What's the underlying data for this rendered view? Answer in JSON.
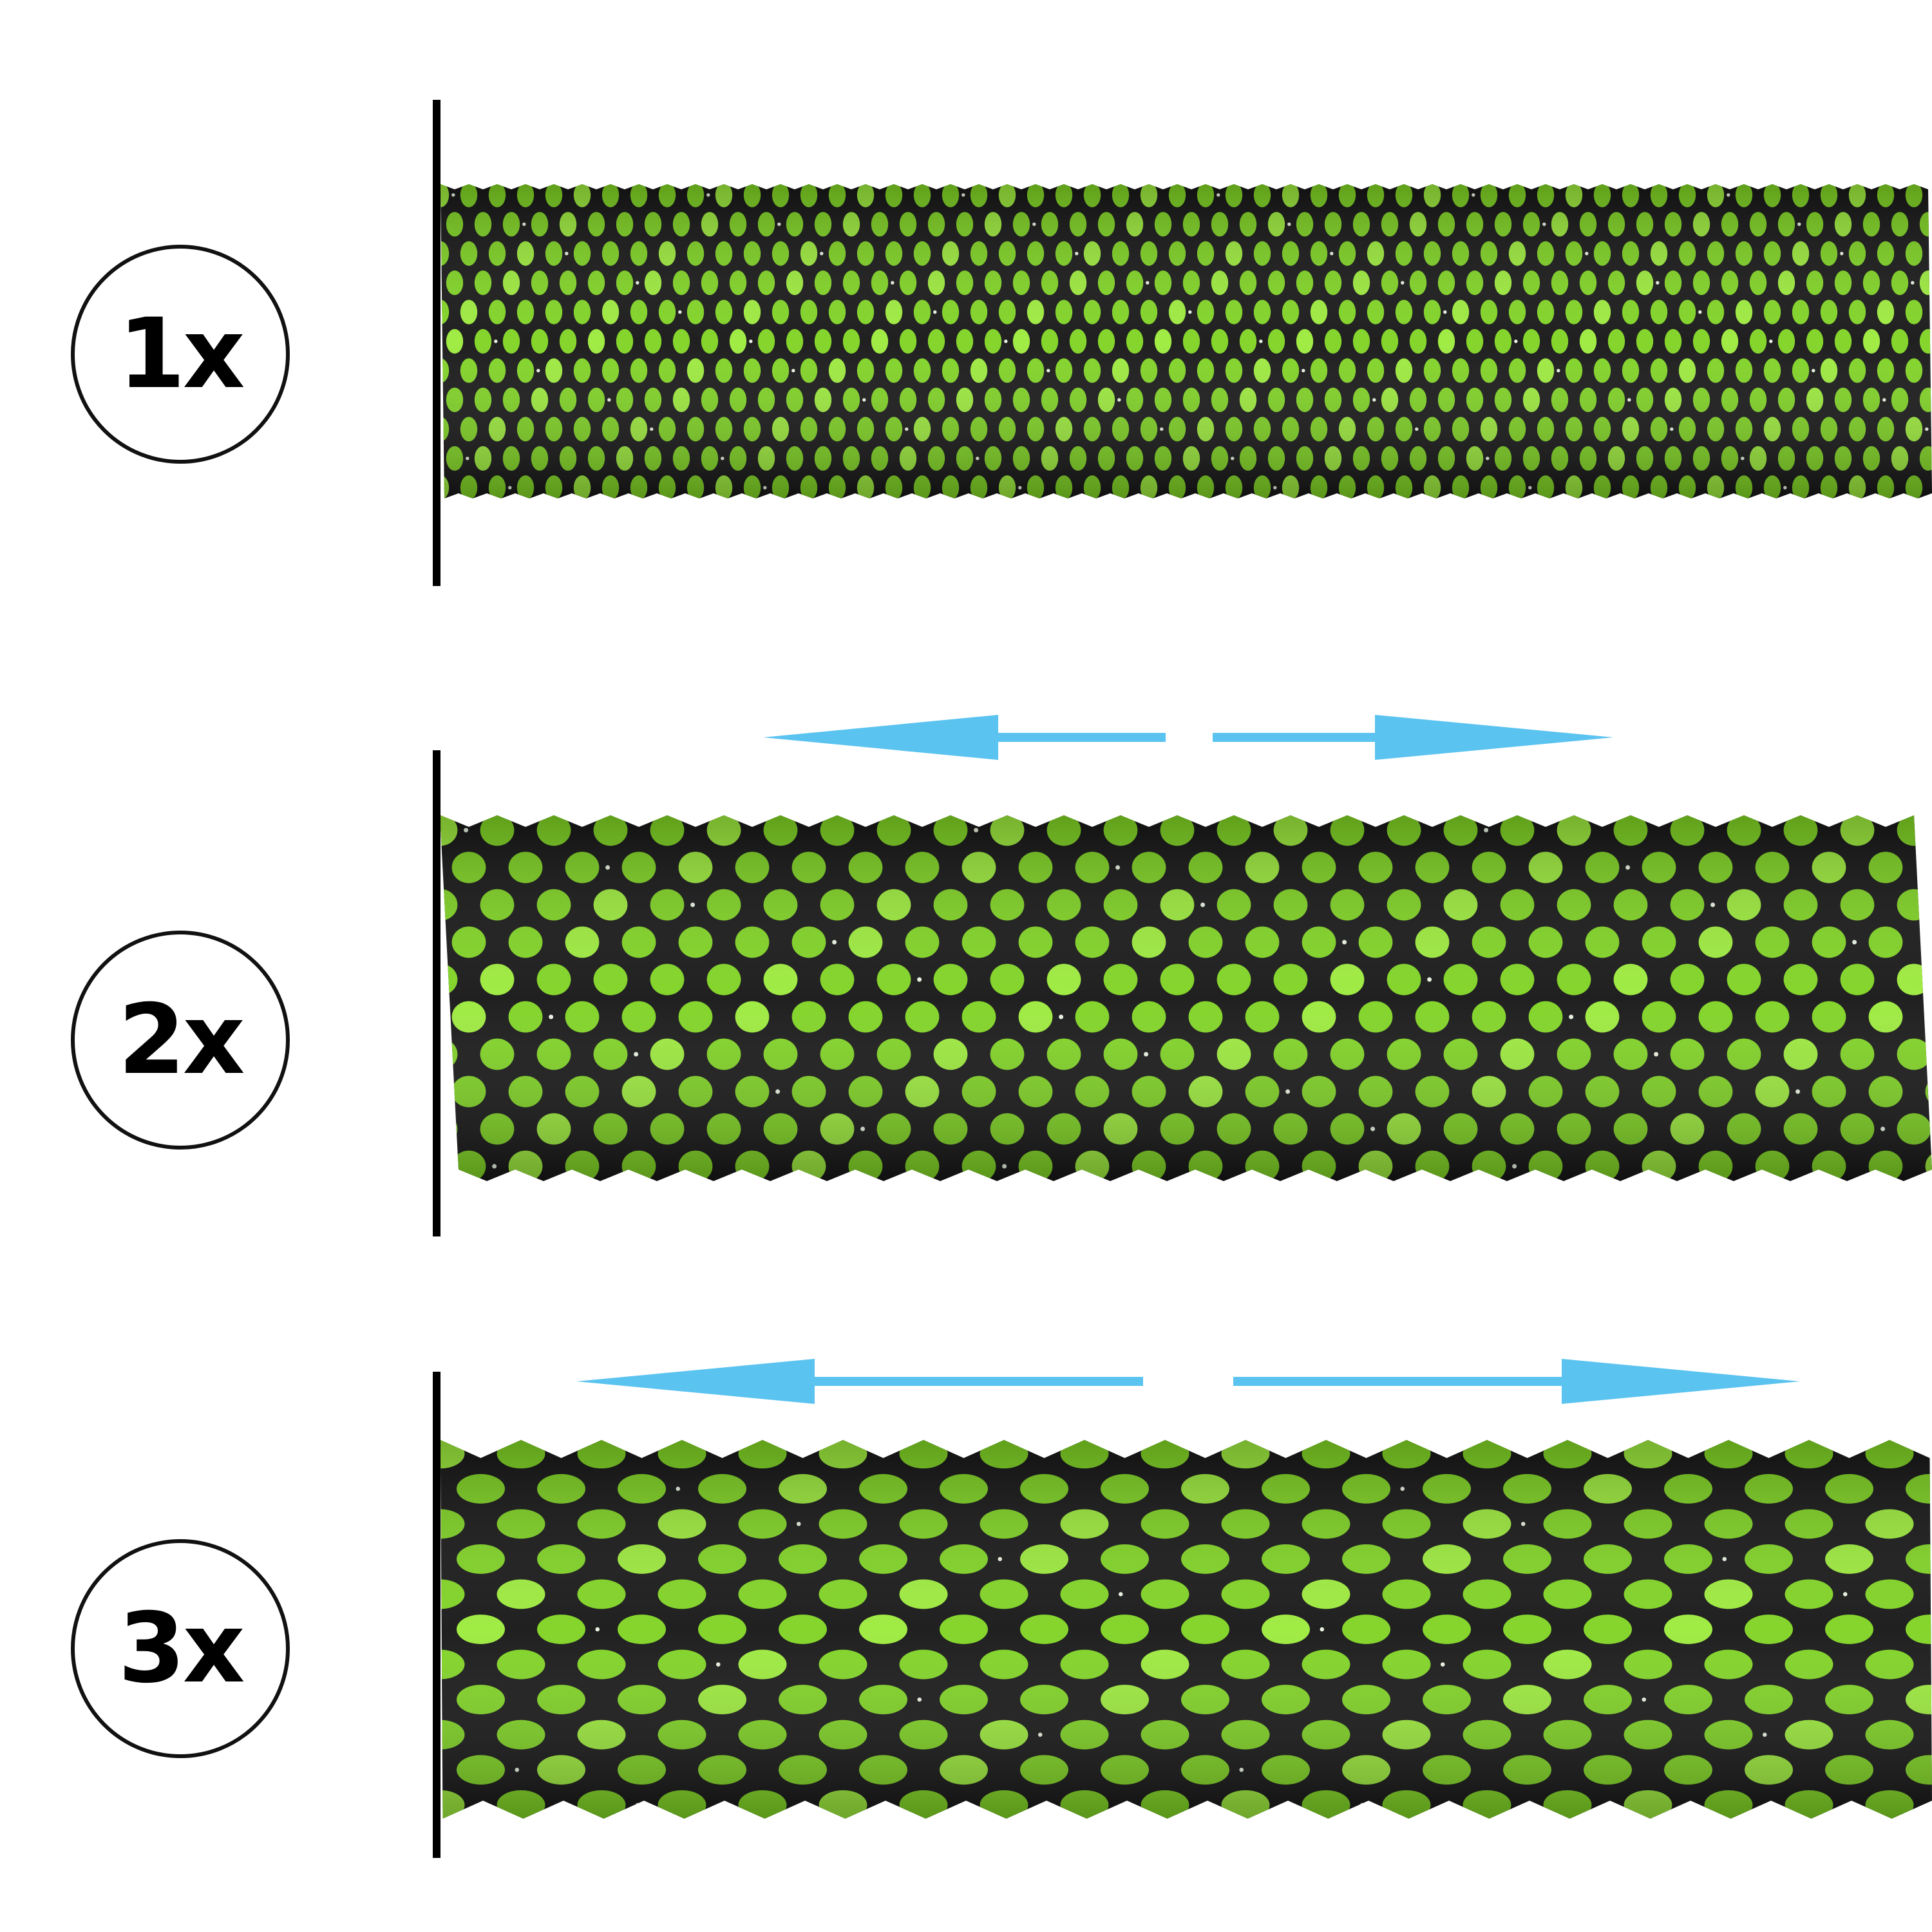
{
  "stages": [
    {
      "label": "1x",
      "stretch": 1
    },
    {
      "label": "2x",
      "stretch": 2
    },
    {
      "label": "3x",
      "stretch": 3
    }
  ],
  "colors": {
    "hose_green": "#7ed321",
    "hose_green_light": "#9bea3a",
    "hose_black": "#141414",
    "hose_white": "#e8f2e0",
    "arrow_blue": "#5bc3ef",
    "line": "#000000"
  },
  "icons": {
    "arrow_left": "arrow-left-icon",
    "arrow_right": "arrow-right-icon"
  }
}
